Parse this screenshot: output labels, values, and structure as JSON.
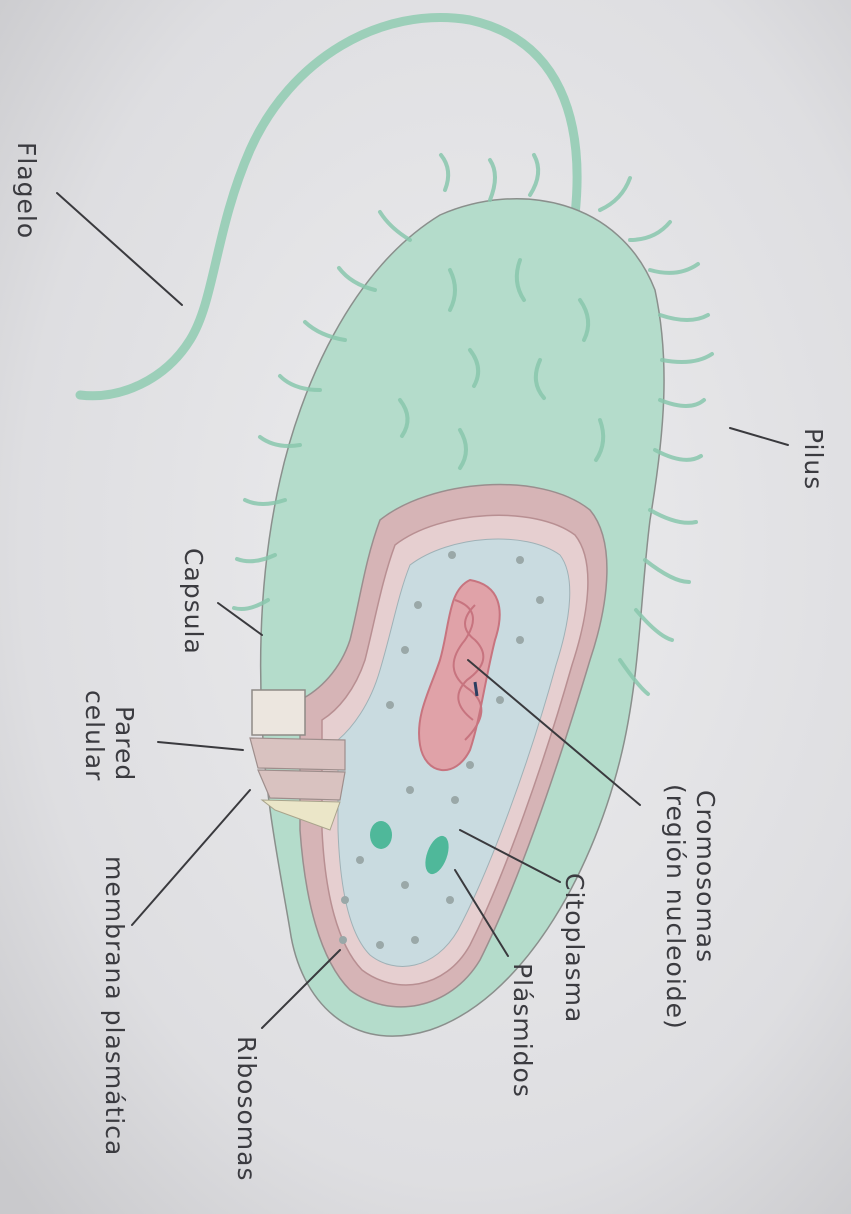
{
  "diagram": {
    "labels": {
      "flagelo": "Flagelo",
      "pilus": "Pilus",
      "capsula": "Capsula",
      "pared_line1": "Pared",
      "pared_line2": "celular",
      "cromosomas_line1": "Cromosomas",
      "cromosomas_line2": "(región nucleoide)",
      "citoplasma": "Citoplasma",
      "plasmidos": "Plásmidos",
      "membrana": "membrana plasmática",
      "ribosomas": "Ribosomas"
    },
    "colors": {
      "paper": "#dcdcde",
      "capsule_fill": "#b4dccb",
      "flagellum": "#8fcbb2",
      "cytoplasm": "#c9dbe0",
      "chromosome": "#d98890",
      "wall_pink": "#d6b4b6",
      "plasmid": "#4fb89a",
      "ink": "#3b3b40"
    }
  }
}
